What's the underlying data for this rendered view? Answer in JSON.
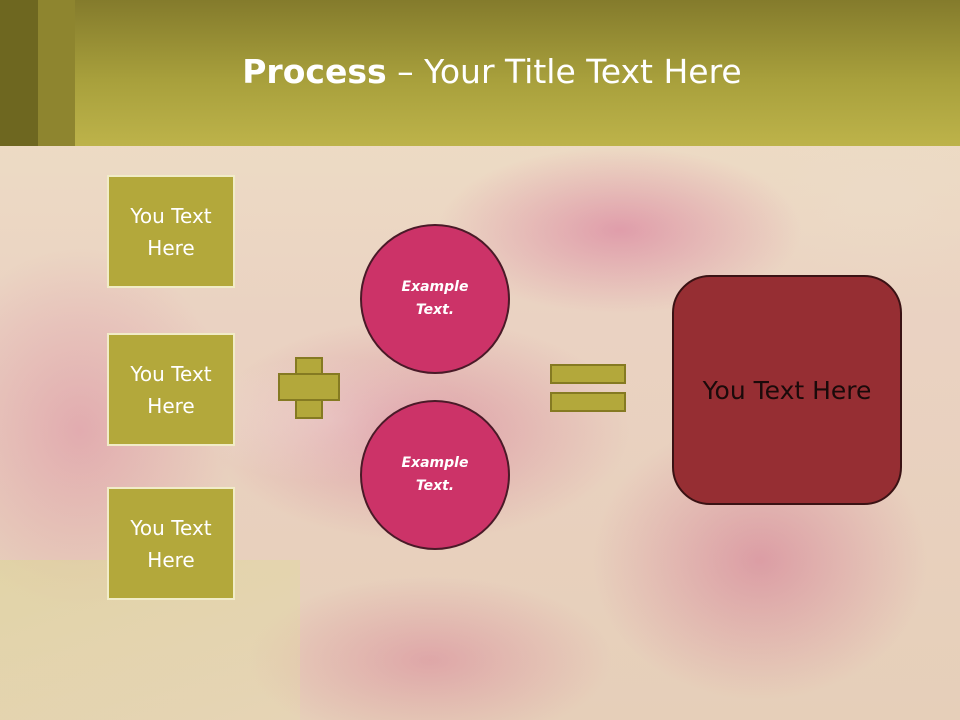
{
  "header": {
    "title_bold": "Process",
    "title_rest": " – Your Title Text Here"
  },
  "left_boxes": [
    {
      "line1": "You Text",
      "line2": "Here"
    },
    {
      "line1": "You Text",
      "line2": "Here"
    },
    {
      "line1": "You Text",
      "line2": "Here"
    }
  ],
  "circles": [
    {
      "line1": "Example",
      "line2": "Text."
    },
    {
      "line1": "Example",
      "line2": "Text."
    }
  ],
  "result": {
    "label": "You Text Here"
  },
  "colors": {
    "header": "#a8a03c",
    "box": "#b3a83b",
    "circle": "#cc3368",
    "result": "#962e33"
  }
}
